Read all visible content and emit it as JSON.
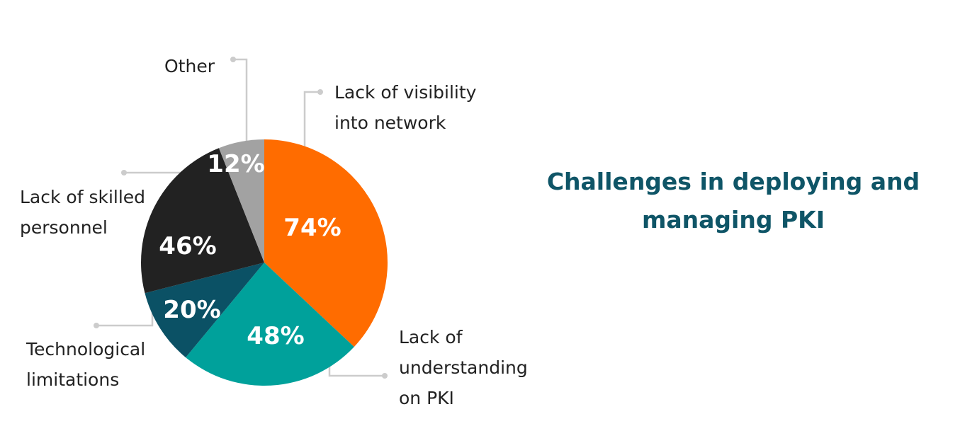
{
  "chart_data": {
    "type": "pie",
    "title": "Challenges in deploying and\nmanaging PKI",
    "slices": [
      {
        "label": "Lack of visibility\ninto network",
        "value": 74,
        "value_label": "74%",
        "color": "#ff6c00"
      },
      {
        "label": "Lack of\nunderstanding\non PKI",
        "value": 48,
        "value_label": "48%",
        "color": "#00a19b"
      },
      {
        "label": "Technological\nlimitations",
        "value": 20,
        "value_label": "20%",
        "color": "#0b5165"
      },
      {
        "label": "Lack of skilled\npersonnel",
        "value": 46,
        "value_label": "46%",
        "color": "#222222"
      },
      {
        "label": "Other",
        "value": 12,
        "value_label": "12%",
        "color": "#a2a2a2"
      }
    ],
    "leader_color": "#cccccc"
  }
}
